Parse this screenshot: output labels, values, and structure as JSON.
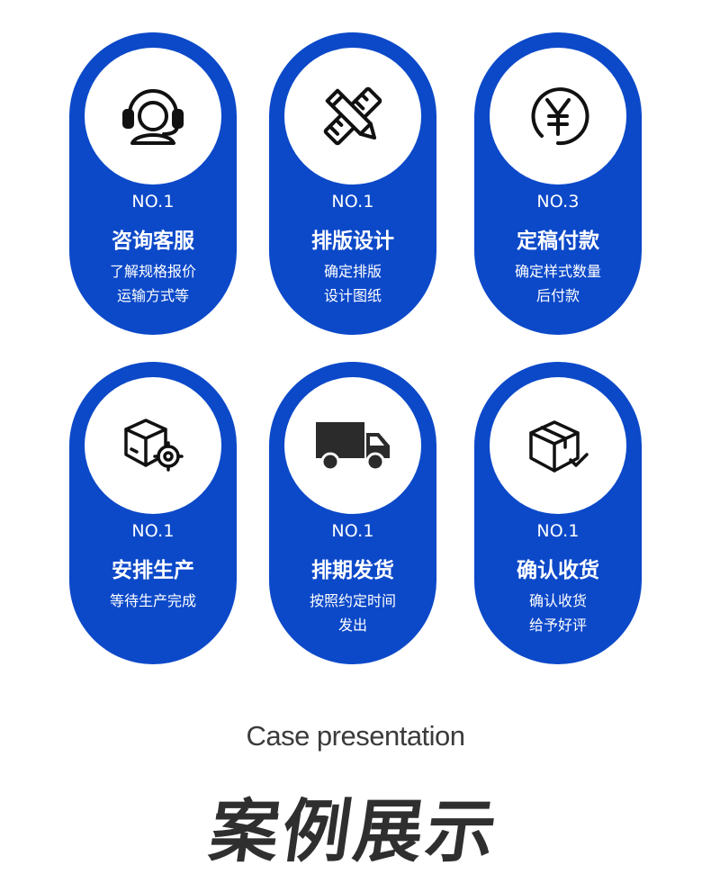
{
  "steps": [
    {
      "number": "NO.1",
      "title": "咨询客服",
      "desc": [
        "了解规格报价",
        "运输方式等"
      ],
      "icon": "headset-agent-icon"
    },
    {
      "number": "NO.1",
      "title": "排版设计",
      "desc": [
        "确定排版",
        "设计图纸"
      ],
      "icon": "pencil-ruler-icon"
    },
    {
      "number": "NO.3",
      "title": "定稿付款",
      "desc": [
        "确定样式数量",
        "后付款"
      ],
      "icon": "yen-coin-icon"
    },
    {
      "number": "NO.1",
      "title": "安排生产",
      "desc": [
        "等待生产完成"
      ],
      "icon": "box-gear-icon"
    },
    {
      "number": "NO.1",
      "title": "排期发货",
      "desc": [
        "按照约定时间",
        "发出"
      ],
      "icon": "delivery-truck-icon"
    },
    {
      "number": "NO.1",
      "title": "确认收货",
      "desc": [
        "确认收货",
        "给予好评"
      ],
      "icon": "box-check-icon"
    }
  ],
  "section": {
    "subtitle": "Case presentation",
    "title": "案例展示"
  },
  "colors": {
    "card_blue": "#0c49c9",
    "text_dark": "#2f2f2f",
    "icon_dark": "#2b2b2b"
  }
}
